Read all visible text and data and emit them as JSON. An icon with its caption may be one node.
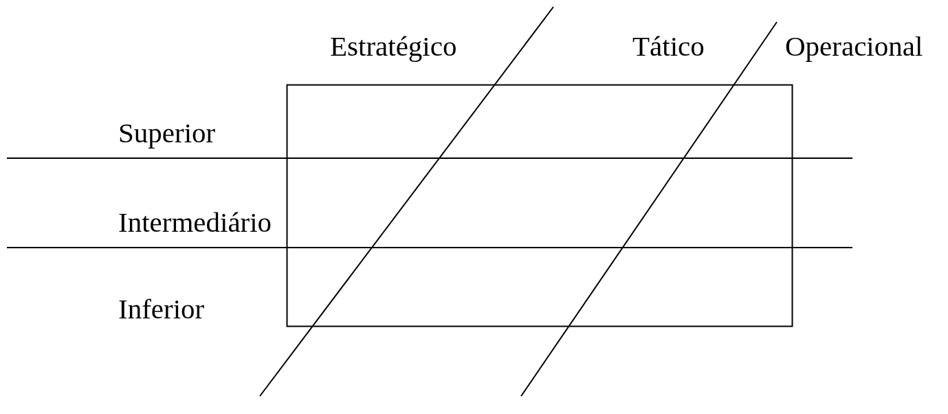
{
  "diagram": {
    "labels": [
      "Estratégico",
      "Tático",
      "Operacional",
      "Superior",
      "Intermediário",
      "Inferior"
    ]
  }
}
